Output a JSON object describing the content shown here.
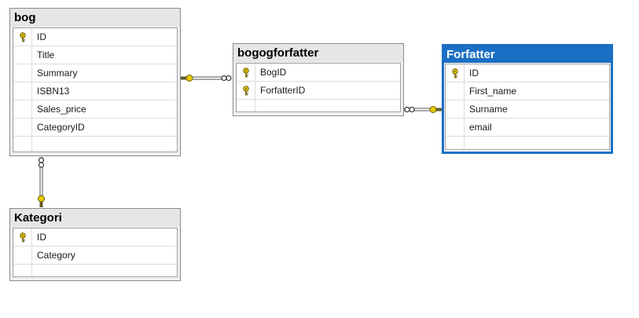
{
  "tables": {
    "bog": {
      "title": "bog",
      "columns": [
        {
          "name": "ID",
          "key": true
        },
        {
          "name": "Title",
          "key": false
        },
        {
          "name": "Summary",
          "key": false
        },
        {
          "name": "ISBN13",
          "key": false
        },
        {
          "name": "Sales_price",
          "key": false
        },
        {
          "name": "CategoryID",
          "key": false
        }
      ]
    },
    "bogogforfatter": {
      "title": "bogogforfatter",
      "columns": [
        {
          "name": "BogID",
          "key": true
        },
        {
          "name": "ForfatterID",
          "key": true
        }
      ]
    },
    "forfatter": {
      "title": "Forfatter",
      "selected": true,
      "columns": [
        {
          "name": "ID",
          "key": true
        },
        {
          "name": "First_name",
          "key": false
        },
        {
          "name": "Surname",
          "key": false
        },
        {
          "name": "email",
          "key": false
        }
      ]
    },
    "kategori": {
      "title": "Kategori",
      "columns": [
        {
          "name": "ID",
          "key": true
        },
        {
          "name": "Category",
          "key": false
        }
      ]
    }
  },
  "relationships": [
    {
      "from": "bog",
      "to": "bogogforfatter",
      "from_end": "one",
      "to_end": "many"
    },
    {
      "from": "bogogforfatter",
      "to": "forfatter",
      "from_end": "many",
      "to_end": "one"
    },
    {
      "from": "bog",
      "to": "kategori",
      "from_end": "many",
      "to_end": "one"
    }
  ],
  "colors": {
    "key_icon": "#e6c800",
    "selection": "#1a6fc4",
    "connector": "#555555"
  },
  "icons": {
    "key": "key-icon"
  }
}
